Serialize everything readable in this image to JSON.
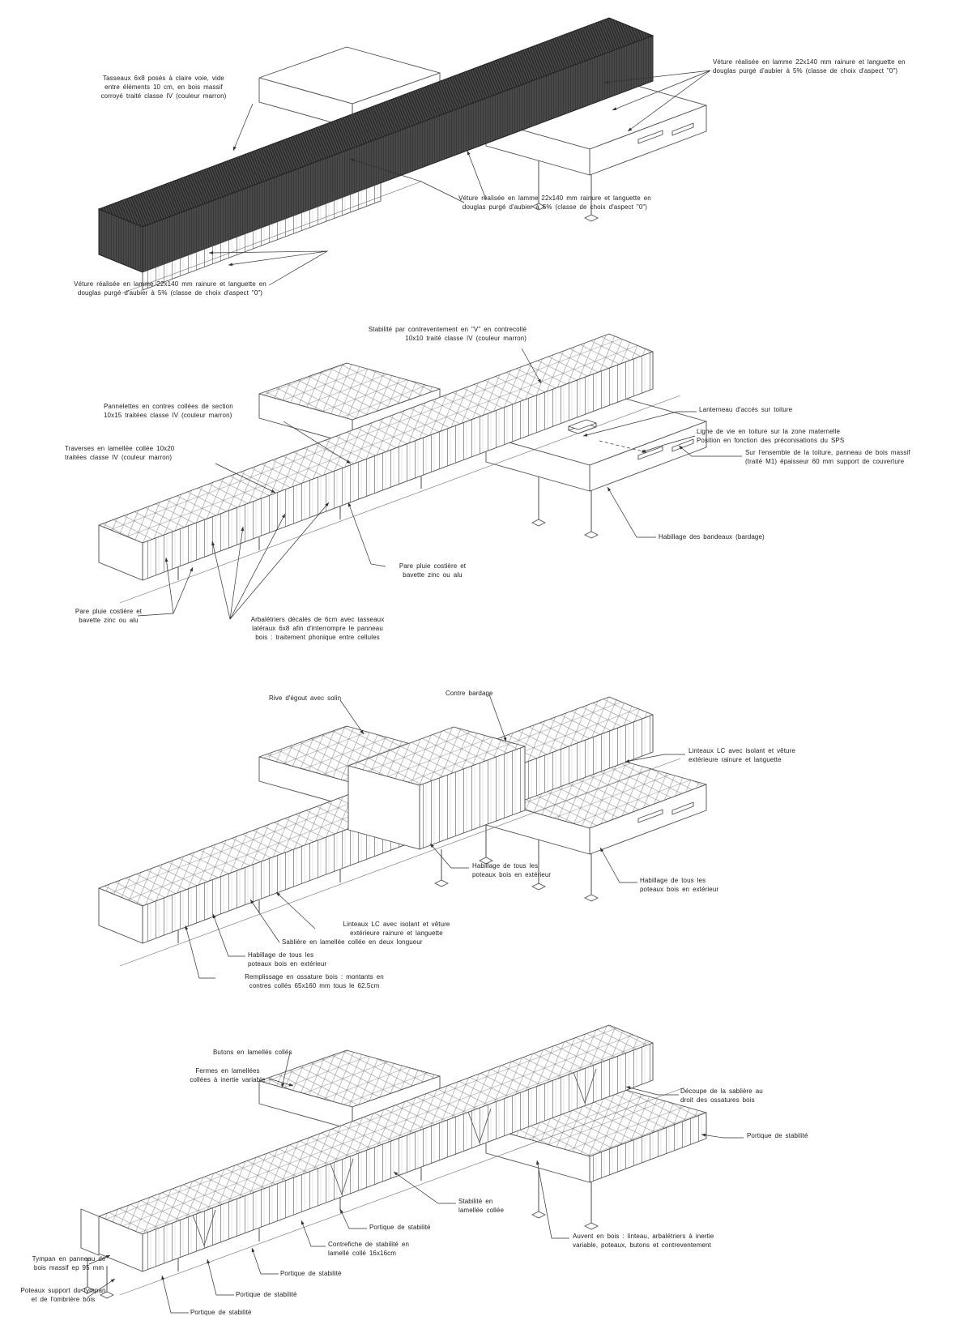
{
  "document": {
    "kind": "axonometric construction diagram, 4 stacked views",
    "language": "fr"
  },
  "colors": {
    "background": "#ffffff",
    "line": "#4b4b4b",
    "leader": "#2f2f2f",
    "cladding_dark": "#2d2d2d"
  },
  "views": [
    {
      "id": "view-1",
      "labels": [
        {
          "text": "Tasseaux 6x8 posés à claire voie, vide\nentre éléments 10 cm, en bois massif\ncorroyé traité classe IV (couleur marron)"
        },
        {
          "text": "Véture réalisée en lamme 22x140 mm rainure et languette en\ndouglas purgé d'aubier à 5% (classe de choix d'aspect \"0\")"
        },
        {
          "text": "Véture réalisée en lamme 22x140 mm rainure et languette en\ndouglas purgé d'aubier à 5% (classe de choix d'aspect \"0\")"
        },
        {
          "text": "Véture réalisée en lamme 22x140 mm rainure et languette en\ndouglas purgé d'aubier à 5% (classe de choix d'aspect \"0\")"
        }
      ]
    },
    {
      "id": "view-2",
      "labels": [
        {
          "text": "Stabilité par contreventement en \"V\" en contrecollé\n10x10 traité classe IV (couleur marron)"
        },
        {
          "text": "Pannelettes en contres collées de section\n10x15 traitées classe IV (couleur marron)"
        },
        {
          "text": "Traverses en lamellée collée 10x20\ntraitées classe IV (couleur marron)"
        },
        {
          "text": "Lanterneau d'accés sur toiture"
        },
        {
          "text": "Ligne de vie en toiture sur la zone maternelle\nPosition en fonction des préconisations du SPS"
        },
        {
          "text": "Sur l'ensemble de la toiture, panneau de bois massif\n(traité M1) épaisseur 60 mm support de couverture"
        },
        {
          "text": "Habillage des bandeaux (bardage)"
        },
        {
          "text": "Pare pluie costière et\nbavette zinc ou alu"
        },
        {
          "text": "Pare pluie costière et\nbavette zinc ou alu"
        },
        {
          "text": "Arbalétriers décalés de 6cm avec tasseaux\nlatéraux 6x8 afin d'interrompre le panneau\nbois : traitement phonique entre cellules"
        }
      ]
    },
    {
      "id": "view-3",
      "labels": [
        {
          "text": "Rive d'égout avec solin"
        },
        {
          "text": "Contre bardage"
        },
        {
          "text": "Linteaux LC avec isolant et vêture\nextérieure rainure et languette"
        },
        {
          "text": "Habillage de tous les\npoteaux bois en extérieur"
        },
        {
          "text": "Habillage de tous les\npoteaux bois en extérieur"
        },
        {
          "text": "Linteaux LC avec isolant et vêture\nextérieure rainure et languette"
        },
        {
          "text": "Sablière en lamellée collée en deux longueur"
        },
        {
          "text": "Habillage de tous les\npoteaux bois en extérieur"
        },
        {
          "text": "Remplissage en ossature bois : montants en\ncontres collés 65x160 mm tous le 62.5cm"
        }
      ]
    },
    {
      "id": "view-4",
      "labels": [
        {
          "text": "Butons en lamellés collés"
        },
        {
          "text": "Fermes en lamellées\ncollées à inertie variable"
        },
        {
          "text": "Découpe de la sablière au\ndroit des ossatures bois"
        },
        {
          "text": "Portique de stabilité"
        },
        {
          "text": "Stabilité en\nlamellée collée"
        },
        {
          "text": "Portique de stabilité"
        },
        {
          "text": "Contrefiche de stabilité en\nlamellé collé 16x16cm"
        },
        {
          "text": "Auvent en bois : linteau, arbalétriers à inertie\nvariable, poteaux, butons et contreventement"
        },
        {
          "text": "Portique de stabilité"
        },
        {
          "text": "Tympan en panneau de\nbois massif ep 95 mm"
        },
        {
          "text": "Portique de stabilité"
        },
        {
          "text": "Poteaux support du tympan\net de l'ombrière bois"
        },
        {
          "text": "Portique de stabilité"
        }
      ]
    }
  ]
}
